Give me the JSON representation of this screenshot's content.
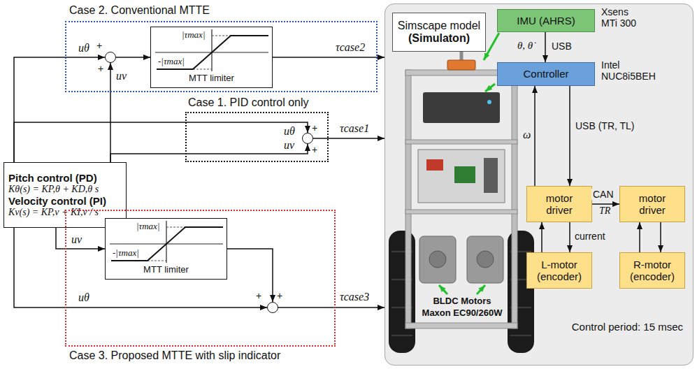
{
  "diagram": {
    "nodes": [
      {
        "text": [
          "Case 2. Conventional MTTE"
        ]
      },
      {
        "text": [
          "+",
          "+"
        ],
        "in": 0
      },
      {
        "text": [
          "|τmax|",
          "-|τmax|",
          "MTT limiter"
        ],
        "in": 0
      },
      {
        "text": [
          "Case 1. PID control only"
        ]
      },
      {
        "text": [
          "+",
          "+"
        ],
        "in": 3
      },
      {
        "text": [
          "Pitch control (PD)",
          "Kθ(s) = KP,θ + KD,θ s",
          "Velocity control (PI)",
          "Kv(s) = KP,v + KI,v / s"
        ]
      },
      {
        "text": [
          "Case 3. Proposed MTTE with slip indicator"
        ]
      },
      {
        "text": [
          "|τmax|",
          "-|τmax|",
          "MTT limiter"
        ],
        "in": 6
      },
      {
        "text": [
          "+",
          "+"
        ],
        "in": 6
      },
      {
        "text": [
          "Control period: 15 msec"
        ]
      },
      {
        "text": [
          "Simscape model",
          "(Simulaton)"
        ],
        "in": 9
      },
      {
        "text": [
          "IMU (AHRS)"
        ],
        "in": 9
      },
      {
        "text": [
          "Controller"
        ],
        "in": 9
      },
      {
        "text": [
          "motor driver"
        ],
        "in": 9
      },
      {
        "text": [
          "motor driver"
        ],
        "in": 9
      },
      {
        "text": [
          "L-motor (encoder)"
        ],
        "in": 9
      },
      {
        "text": [
          "R-motor (encoder)"
        ],
        "in": 9
      }
    ],
    "edges": [
      {
        "from": 5,
        "to": 1,
        "arrow": "to",
        "label": "uθ"
      },
      {
        "from": 5,
        "to": 1,
        "arrow": "to",
        "label": "uv"
      },
      {
        "from": 1,
        "to": 2,
        "arrow": "to"
      },
      {
        "from": 2,
        "to": 9,
        "arrow": "to",
        "label": "τcase2"
      },
      {
        "from": 5,
        "to": 4,
        "arrow": "to",
        "label": "uθ"
      },
      {
        "from": 5,
        "to": 4,
        "arrow": "to",
        "label": "uv"
      },
      {
        "from": 4,
        "to": 9,
        "arrow": "to",
        "label": "τcase1"
      },
      {
        "from": 5,
        "to": 7,
        "arrow": "to",
        "label": "uv"
      },
      {
        "from": 7,
        "to": 8,
        "arrow": "to"
      },
      {
        "from": 5,
        "to": 8,
        "arrow": "to",
        "label": "uθ"
      },
      {
        "from": 8,
        "to": 9,
        "arrow": "to",
        "label": "τcase3"
      },
      {
        "from": 11,
        "to": 12,
        "arrow": "to",
        "label": "USB"
      },
      {
        "from": 12,
        "to": 13,
        "arrow": "to",
        "label": "USB (TR, TL)"
      },
      {
        "from": 13,
        "to": 12,
        "arrow": "to",
        "label": "ω"
      },
      {
        "from": 13,
        "to": 14,
        "arrow": "to",
        "label": "CAN"
      },
      {
        "from": 15,
        "to": 13,
        "arrow": "to"
      },
      {
        "from": 13,
        "to": 15,
        "arrow": "to",
        "label": "current"
      },
      {
        "from": 16,
        "to": 14,
        "arrow": "to"
      },
      {
        "from": 14,
        "to": 16,
        "arrow": "to"
      }
    ],
    "labels": [
      "θ, θ̇",
      "Xsens MTi 300",
      "Intel NUC8i5BEH",
      "TR",
      "BLDC Motors",
      "Maxon EC90/260W"
    ]
  }
}
